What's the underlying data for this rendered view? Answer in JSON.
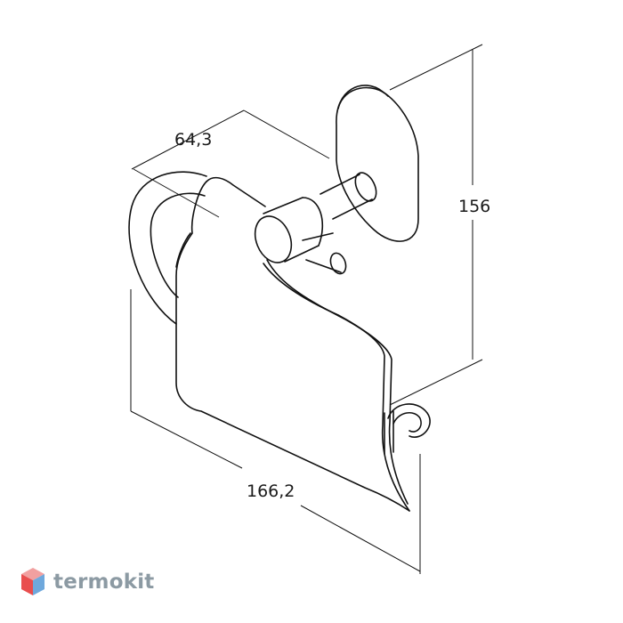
{
  "dimensions": {
    "depth": "64,3",
    "height": "156",
    "width": "166,2"
  },
  "brand": {
    "name": "termokit"
  },
  "colors": {
    "line": "#111111",
    "brand_text": "#8c9aa3",
    "brand_red": "#e94e4e",
    "brand_blue": "#6fa8dc"
  }
}
